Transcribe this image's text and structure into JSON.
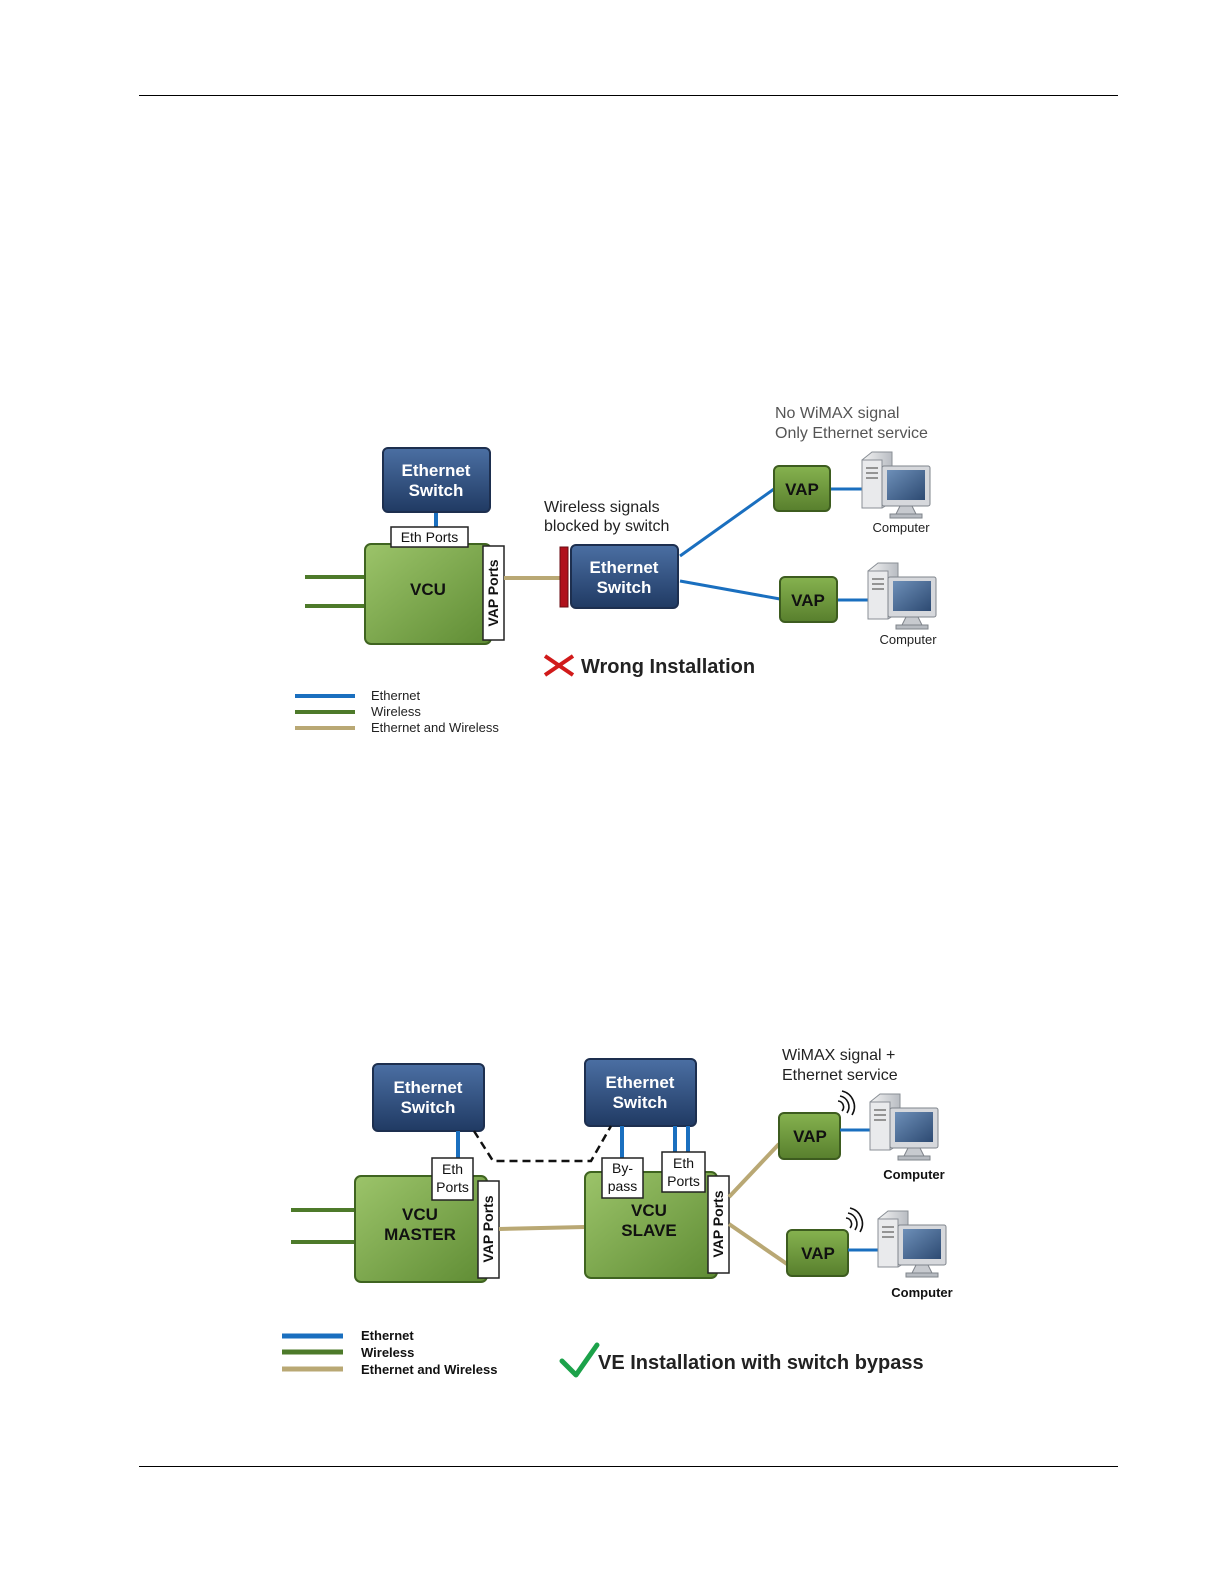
{
  "colors": {
    "ethernet": "#1a6fbf",
    "wireless": "#4d7a2a",
    "ethernet_and_wireless": "#b9a874",
    "switch_fill": "#2f4f80",
    "vcu_fill": "#7aa84a",
    "vap_fill": "#6f9c3d",
    "blocked_bar": "#b0111c",
    "check": "#1ca24a",
    "cross": "#d11a1a"
  },
  "top": {
    "note": [
      "No WiMAX signal",
      "Only Ethernet service"
    ],
    "ethernet_switch_upper": [
      "Ethernet",
      "Switch"
    ],
    "eth_ports": "Eth Ports",
    "vcu": "VCU",
    "vap_ports": "VAP Ports",
    "blocked_note": [
      "Wireless signals",
      "blocked by switch"
    ],
    "ethernet_switch_mid": [
      "Ethernet",
      "Switch"
    ],
    "vap_1": "VAP",
    "vap_2": "VAP",
    "computer_1": "Computer",
    "computer_2": "Computer",
    "status": "Wrong Installation",
    "legend": [
      "Ethernet",
      "Wireless",
      "Ethernet and Wireless"
    ]
  },
  "bottom": {
    "note": [
      "WiMAX signal +",
      "Ethernet service"
    ],
    "ethernet_switch_left": [
      "Ethernet",
      "Switch"
    ],
    "ethernet_switch_right": [
      "Ethernet",
      "Switch"
    ],
    "eth_ports_master": [
      "Eth",
      "Ports"
    ],
    "bypass": [
      "By-",
      "pass"
    ],
    "eth_ports_slave": [
      "Eth",
      "Ports"
    ],
    "vcu_master": [
      "VCU",
      "MASTER"
    ],
    "vcu_slave": [
      "VCU",
      "SLAVE"
    ],
    "vap_ports_master": "VAP Ports",
    "vap_ports_slave": "VAP Ports",
    "vap_1": "VAP",
    "vap_2": "VAP",
    "computer_1": "Computer",
    "computer_2": "Computer",
    "status": "VE Installation with switch bypass",
    "legend": [
      "Ethernet",
      "Wireless",
      "Ethernet and Wireless"
    ]
  }
}
